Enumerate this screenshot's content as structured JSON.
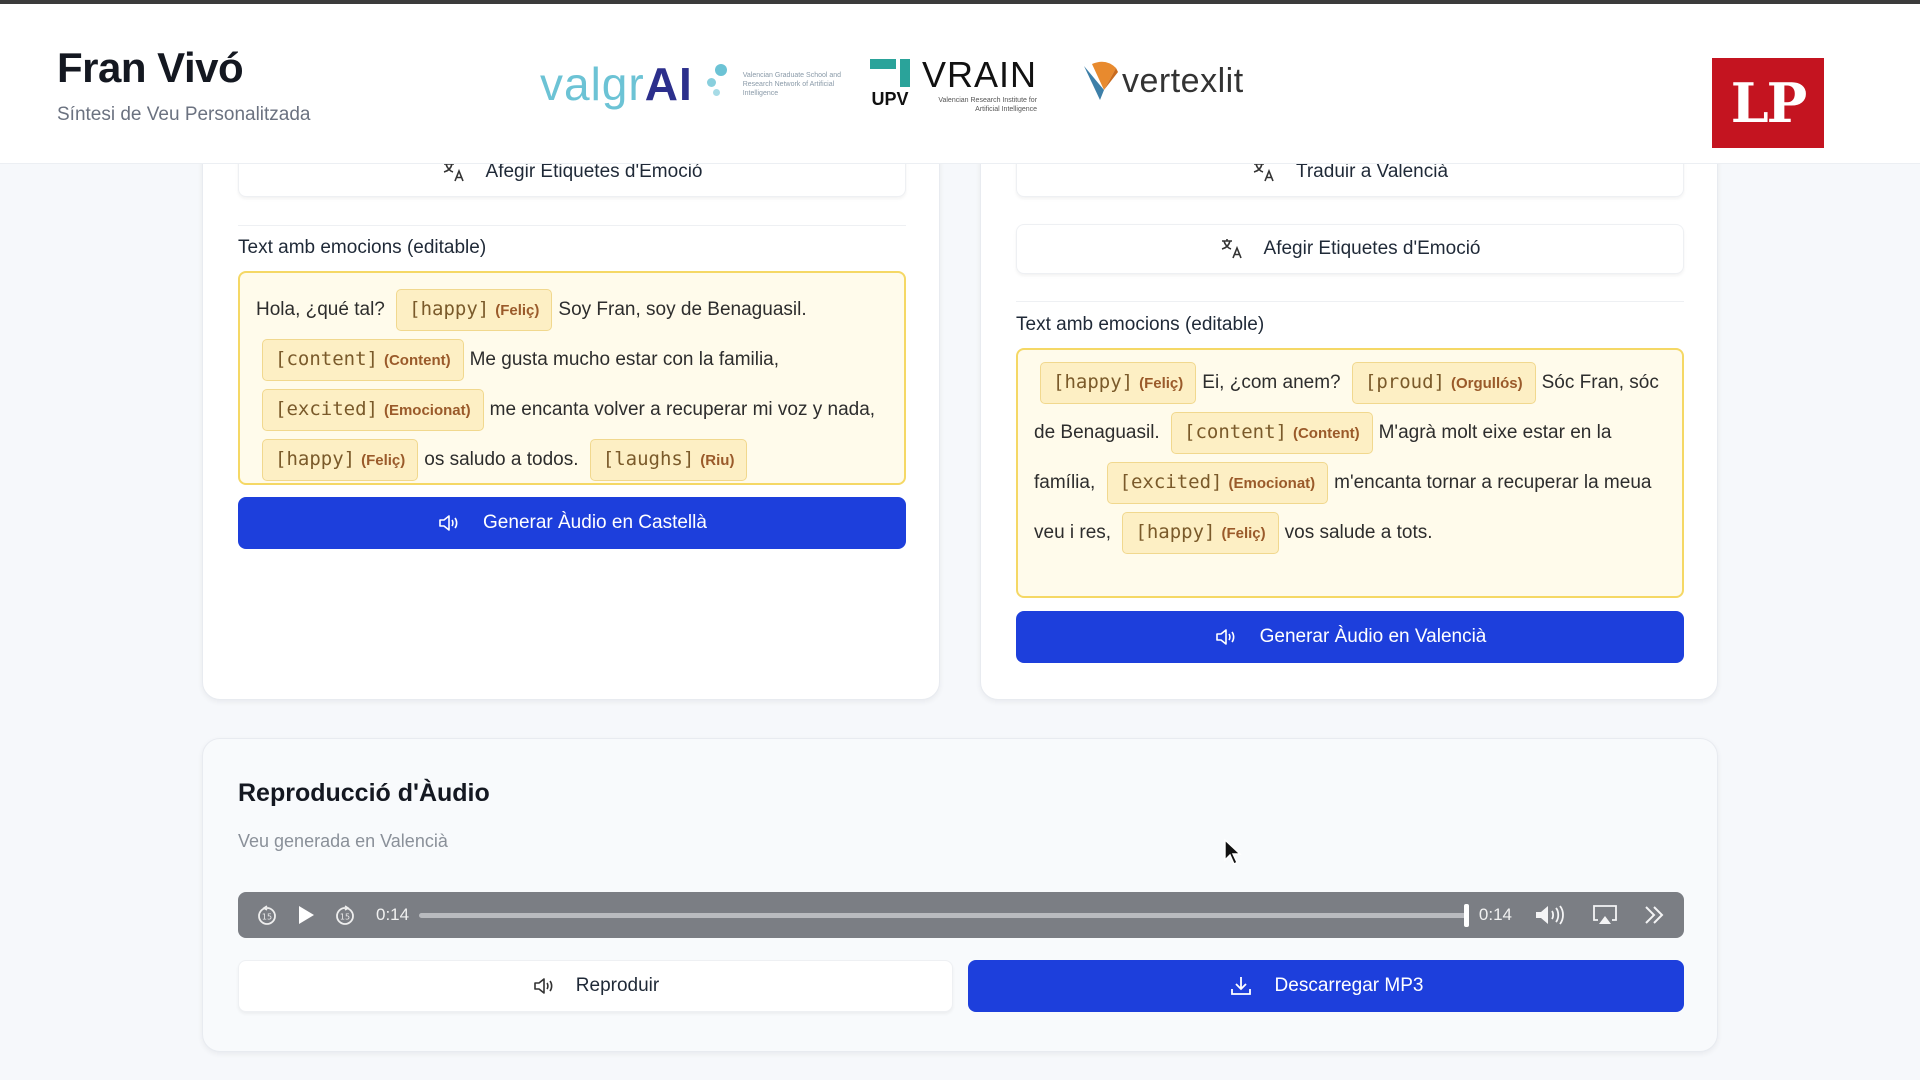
{
  "header": {
    "title": "Fran Vivó",
    "subtitle": "Síntesi de Veu Personalitzada",
    "logos": {
      "valgrai": {
        "word_light": "valgr",
        "word_bold": "AI",
        "tagline": "Valencian Graduate School and Research Network of Artificial Intelligence"
      },
      "vrain": {
        "upv": "UPV",
        "name": "VRAIN",
        "tagline": "Valencian Research Institute for Artificial Intelligence"
      },
      "vertexlit": {
        "name": "vertexlit"
      },
      "lp": {
        "name": "LP"
      }
    }
  },
  "left_panel": {
    "add_emotion_tags_label": "Afegir Etiquetes d'Emoció",
    "field_label": "Text amb emocions (editable)",
    "segments": [
      {
        "type": "text",
        "value": "Hola, ¿qué tal?"
      },
      {
        "type": "tag",
        "key": "[happy]",
        "label": "(Feliç)"
      },
      {
        "type": "text",
        "value": "Soy Fran, soy de Benaguasil."
      },
      {
        "type": "tag",
        "key": "[content]",
        "label": "(Content)"
      },
      {
        "type": "text",
        "value": "Me gusta mucho estar con la familia,"
      },
      {
        "type": "tag",
        "key": "[excited]",
        "label": "(Emocionat)"
      },
      {
        "type": "text",
        "value": "me encanta volver a recuperar mi voz y nada,"
      },
      {
        "type": "tag",
        "key": "[happy]",
        "label": "(Feliç)"
      },
      {
        "type": "text",
        "value": "os saludo a todos."
      },
      {
        "type": "tag",
        "key": "[laughs]",
        "label": "(Riu)"
      }
    ],
    "generate_label": "Generar Àudio en Castellà"
  },
  "right_panel": {
    "translate_label": "Traduir a Valencià",
    "add_emotion_tags_label": "Afegir Etiquetes d'Emoció",
    "field_label": "Text amb emocions (editable)",
    "segments": [
      {
        "type": "tag",
        "key": "[happy]",
        "label": "(Feliç)"
      },
      {
        "type": "text",
        "value": "Ei, ¿com anem?"
      },
      {
        "type": "tag",
        "key": "[proud]",
        "label": "(Orgullós)"
      },
      {
        "type": "text",
        "value": "Sóc Fran, sóc de Benaguasil."
      },
      {
        "type": "tag",
        "key": "[content]",
        "label": "(Content)"
      },
      {
        "type": "text",
        "value": "M'agrà molt eixe estar en la família,"
      },
      {
        "type": "tag",
        "key": "[excited]",
        "label": "(Emocionat)"
      },
      {
        "type": "text",
        "value": "m'encanta tornar a recuperar la meua veu i res,"
      },
      {
        "type": "tag",
        "key": "[happy]",
        "label": "(Feliç)"
      },
      {
        "type": "text",
        "value": "vos salude a tots."
      }
    ],
    "generate_label": "Generar Àudio en Valencià"
  },
  "audio": {
    "title": "Reproducció d'Àudio",
    "subtitle": "Veu generada en Valencià",
    "player": {
      "current_time": "0:14",
      "duration": "0:14",
      "progress_percent": 100,
      "skip_seconds": "15"
    },
    "play_label": "Reproduir",
    "download_label": "Descarregar MP3"
  },
  "colors": {
    "primary": "#1d3fdc",
    "tag_bg": "#fdefc4",
    "tag_border": "#f1d88e",
    "emotion_box_bg": "#fffbeb",
    "emotion_box_border": "#f5d865",
    "lp_red": "#c41420",
    "player_bg": "#7b7e84"
  }
}
